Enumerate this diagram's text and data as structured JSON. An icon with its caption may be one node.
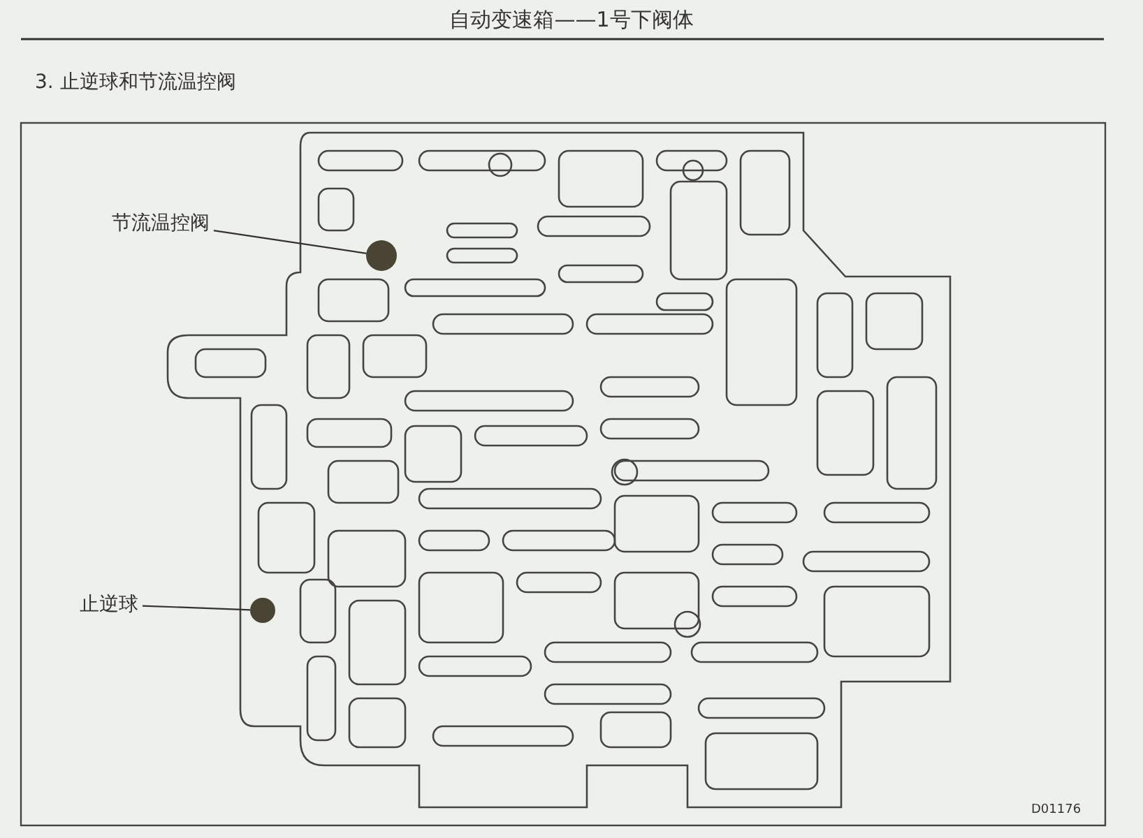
{
  "diagram": {
    "title": "自动变速箱——1号下阀体",
    "nodes": [
      {
        "text": [
          "节流温控阀"
        ]
      },
      {
        "text": [],
        "shape": "circle"
      },
      {
        "text": [
          "止逆球"
        ]
      },
      {
        "text": [],
        "shape": "circle"
      }
    ],
    "edges": [
      {
        "from": 0,
        "to": 1,
        "arrow": "none"
      },
      {
        "from": 2,
        "to": 3,
        "arrow": "none"
      }
    ],
    "labels": [
      "3. 止逆球和节流温控阀",
      "D01176"
    ]
  }
}
